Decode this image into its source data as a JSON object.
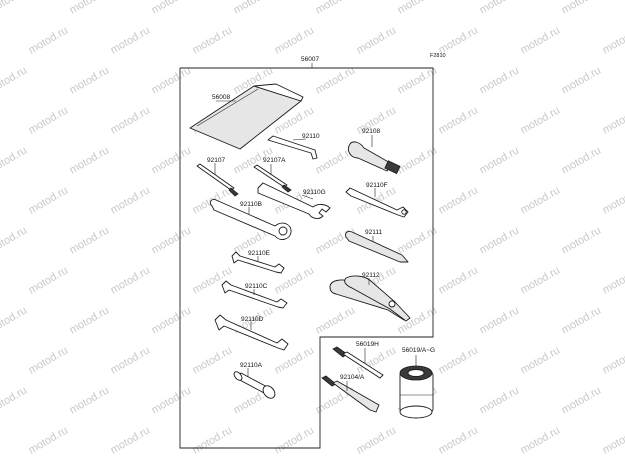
{
  "figure_code": "F2810",
  "watermark_text": "motod.ru",
  "group_label": "56007",
  "parts": [
    {
      "id": "p56008",
      "label": "56008"
    },
    {
      "id": "p92110",
      "label": "92110"
    },
    {
      "id": "p92108",
      "label": "92108"
    },
    {
      "id": "p92107",
      "label": "92107"
    },
    {
      "id": "p92107A",
      "label": "92107A"
    },
    {
      "id": "p92110G",
      "label": "92110G"
    },
    {
      "id": "p92110F",
      "label": "92110F"
    },
    {
      "id": "p92110B",
      "label": "92110B"
    },
    {
      "id": "p92111",
      "label": "92111"
    },
    {
      "id": "p92110E",
      "label": "92110E"
    },
    {
      "id": "p92112",
      "label": "92112"
    },
    {
      "id": "p92110C",
      "label": "92110C"
    },
    {
      "id": "p92110D",
      "label": "92110D"
    },
    {
      "id": "p56019H",
      "label": "56019H"
    },
    {
      "id": "p56019AG",
      "label": "56019/A~G"
    },
    {
      "id": "p92104A",
      "label": "92104/A"
    },
    {
      "id": "p92110A",
      "label": "92110A"
    }
  ]
}
